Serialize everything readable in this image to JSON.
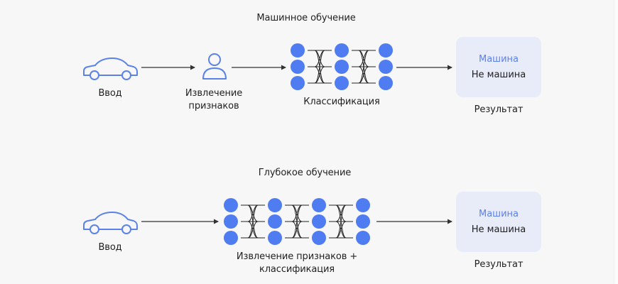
{
  "colors": {
    "background": "#f7f7f7",
    "icon_blue": "#5b82e8",
    "node_blue": "#4f7cf0",
    "result_box": "#e8ebf8",
    "arrow": "#333333",
    "text": "#1f1f1f"
  },
  "machine_learning": {
    "title": "Машинное обучение",
    "input": {
      "icon": "car-icon",
      "label": "Ввод"
    },
    "feature_extraction": {
      "icon": "person-icon",
      "label_line1": "Извлечение",
      "label_line2": "признаков"
    },
    "classification": {
      "label": "Классификация",
      "layers": 3,
      "nodes_per_layer": 3
    },
    "result": {
      "option_positive": "Машина",
      "option_negative": "Не машина",
      "label": "Результат"
    }
  },
  "deep_learning": {
    "title": "Глубокое обучение",
    "input": {
      "icon": "car-icon",
      "label": "Ввод"
    },
    "network": {
      "label_line1": "Извлечение признаков +",
      "label_line2": "классификация",
      "layers": 4,
      "nodes_per_layer": 3
    },
    "result": {
      "option_positive": "Машина",
      "option_negative": "Не машина",
      "label": "Результат"
    }
  }
}
